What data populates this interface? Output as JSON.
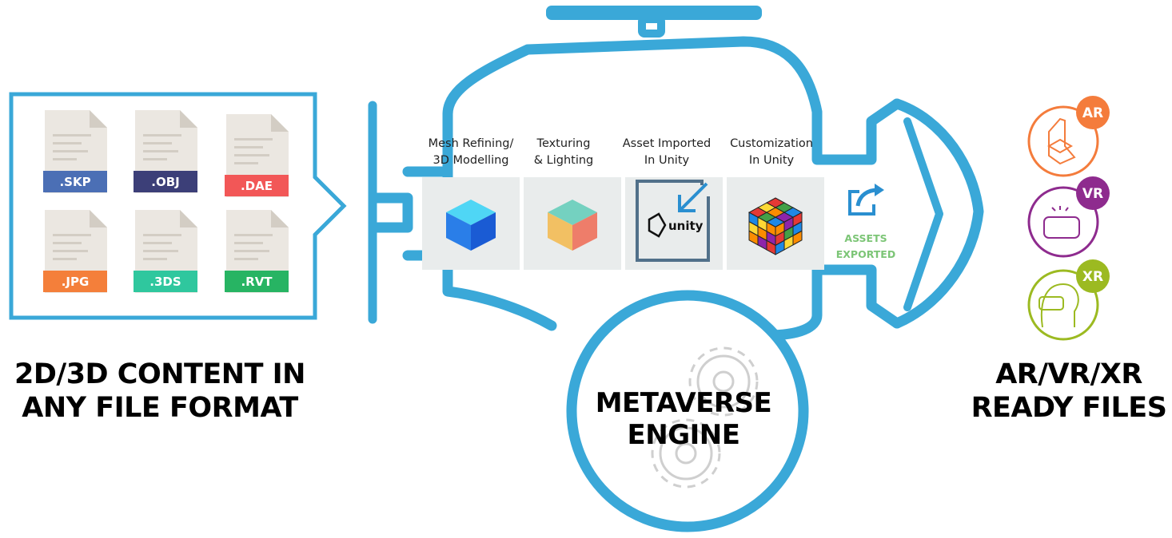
{
  "input_caption_line1": "2D/3D CONTENT IN",
  "input_caption_line2": "ANY FILE FORMAT",
  "output_caption_line1": "AR/VR/XR",
  "output_caption_line2": "READY FILES",
  "engine_line1": "METAVERSE",
  "engine_line2": "ENGINE",
  "file_formats": [
    {
      "label": ".SKP",
      "color": "#4b6fb5"
    },
    {
      "label": ".OBJ",
      "color": "#3c3f78"
    },
    {
      "label": ".DAE",
      "color": "#f25757"
    },
    {
      "label": ".JPG",
      "color": "#f47f3a"
    },
    {
      "label": ".3DS",
      "color": "#2fc79e"
    },
    {
      "label": ".RVT",
      "color": "#27b463"
    }
  ],
  "steps": [
    {
      "line1": "Mesh Refining/",
      "line2": "3D Modelling"
    },
    {
      "line1": "Texturing",
      "line2": "& Lighting"
    },
    {
      "line1": "Asset Imported",
      "line2": "In Unity"
    },
    {
      "line1": "Customization",
      "line2": "In Unity"
    }
  ],
  "unity_label": "unity",
  "exported_line1": "ASSETS",
  "exported_line2": "EXPORTED",
  "badges": [
    {
      "label": "AR",
      "color": "#f47c3c"
    },
    {
      "label": "VR",
      "color": "#8e2b8e"
    },
    {
      "label": "XR",
      "color": "#9cba21"
    }
  ],
  "colors": {
    "engine_outline": "#3aa8d8",
    "tile_bg": "#e9ecec",
    "export_icon": "#2a8fd0",
    "exported_text": "#7cc576"
  }
}
